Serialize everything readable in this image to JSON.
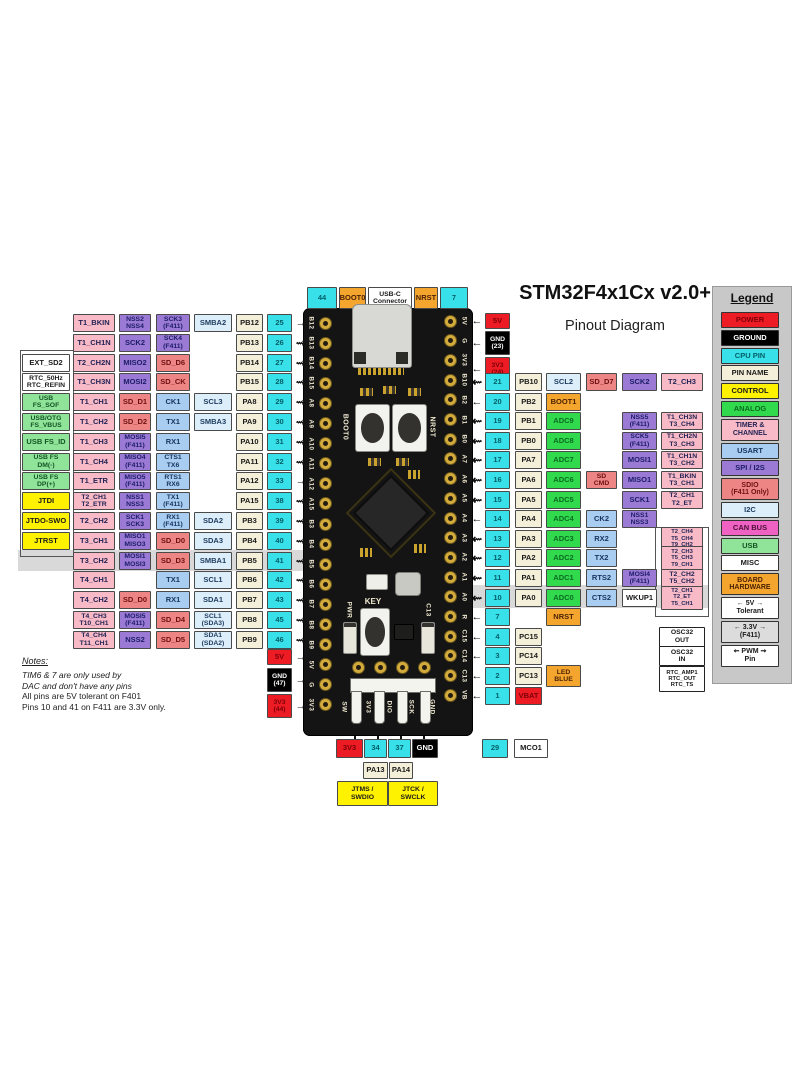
{
  "title": "STM32F4x1Cx  v2.0+",
  "subtitle": "Pinout Diagram",
  "notes": {
    "heading": "Notes:",
    "lines": [
      {
        "text": "TIM6 & 7 are only used by",
        "italic": true
      },
      {
        "text": "DAC and don't have any pins",
        "italic": true
      },
      {
        "text": "All pins are 5V tolerant on F401",
        "italic": false
      },
      {
        "text": "Pins 10 and 41 on F411 are 3.3V only.",
        "italic": false
      }
    ]
  },
  "colors": {
    "power": "#ec1b24",
    "ground": "#000000",
    "cpu_pin": "#38e1e9",
    "pin_name": "#f4efd8",
    "control": "#fff200",
    "analog": "#31d94d",
    "timer": "#f7bac6",
    "usart": "#a9ccf1",
    "spi": "#9a7ad5",
    "sdio": "#ee8585",
    "i2c": "#dceef9",
    "can": "#ef62c4",
    "usb": "#90e49a",
    "misc": "#ffffff",
    "board_hardware": "#f4a52e",
    "tolerant_band": "#d9d9d9"
  },
  "legend": {
    "heading": "Legend",
    "items": [
      {
        "label": "POWER",
        "type": "power"
      },
      {
        "label": "GROUND",
        "type": "ground"
      },
      {
        "label": "CPU PIN",
        "type": "cpu"
      },
      {
        "label": "PIN NAME",
        "type": "name"
      },
      {
        "label": "CONTROL",
        "type": "control"
      },
      {
        "label": "ANALOG",
        "type": "analog"
      },
      {
        "label": "TIMER &\nCHANNEL",
        "type": "timer"
      },
      {
        "label": "USART",
        "type": "usart"
      },
      {
        "label": "SPI / I2S",
        "type": "spi"
      },
      {
        "label": "SDIO\n(F411 Only)",
        "type": "sdio"
      },
      {
        "label": "I2C",
        "type": "i2c"
      },
      {
        "label": "CAN BUS",
        "type": "can"
      },
      {
        "label": "USB",
        "type": "usb"
      },
      {
        "label": "MISC",
        "type": "misc"
      },
      {
        "label": "BOARD\nHARDWARE",
        "type": "hardware"
      },
      {
        "label": "← 5V →\nTolerant",
        "type": "tol5v"
      },
      {
        "label": "← 3.3V →\n(F411)",
        "type": "tol33"
      },
      {
        "label": "⇜ PWM ⇝\nPin",
        "type": "pwm"
      }
    ]
  },
  "top_header": [
    {
      "label": "44",
      "type": "cpu"
    },
    {
      "label": "BOOT0",
      "type": "hardware"
    },
    {
      "label": "USB-C\nConnector",
      "type": "misc"
    },
    {
      "label": "NRST",
      "type": "hardware"
    },
    {
      "label": "7",
      "type": "cpu"
    }
  ],
  "board": {
    "left_pins": [
      "B12",
      "B13",
      "B14",
      "B15",
      "A8",
      "A9",
      "A10",
      "A11",
      "A12",
      "A15",
      "B3",
      "B4",
      "B5",
      "B6",
      "B7",
      "B8",
      "B9",
      "5V",
      "G",
      "3V3"
    ],
    "right_pins": [
      "5V",
      "G",
      "3V3",
      "B10",
      "B2",
      "B1",
      "B0",
      "A7",
      "A6",
      "A5",
      "A4",
      "A3",
      "A2",
      "A1",
      "A0",
      "R",
      "C15",
      "C14",
      "C13",
      "VB"
    ],
    "boot0": "BOOT0",
    "nrst": "NRST",
    "key": "KEY",
    "pwr": "PWR",
    "c13": "C13",
    "swd_labels": [
      "SW",
      "3V3",
      "DIO",
      "SCK",
      "GND"
    ]
  },
  "left_rows": [
    {
      "t": "T1_BKIN",
      "c2": {
        "label": "NSS2\nNSS4",
        "type": "spi"
      },
      "c3": {
        "label": "SCK3\n(F411)",
        "type": "spi"
      },
      "c4": "SMBA2",
      "name": "PB12",
      "num": "25",
      "arrow": "plain"
    },
    {
      "t": "T1_CH1N",
      "c2": {
        "label": "SCK2",
        "type": "spi"
      },
      "c3": {
        "label": "SCK4\n(F411)",
        "type": "spi"
      },
      "name": "PB13",
      "num": "26",
      "arrow": "pwm"
    },
    {
      "g": {
        "label": "EXT_SD2",
        "type": "misc"
      },
      "t": "T2_CH2N",
      "c2": {
        "label": "MISO2",
        "type": "spi"
      },
      "c3": {
        "label": "SD_D6",
        "type": "sdio"
      },
      "name": "PB14",
      "num": "27",
      "arrow": "pwm"
    },
    {
      "g": {
        "label": "RTC_50Hz\nRTC_REFIN",
        "type": "misc"
      },
      "t": "T1_CH3N",
      "c2": {
        "label": "MOSI2",
        "type": "spi"
      },
      "c3": {
        "label": "SD_CK",
        "type": "sdio"
      },
      "name": "PB15",
      "num": "28",
      "arrow": "pwm"
    },
    {
      "g": {
        "label": "USB\nFS_SOF",
        "type": "usb"
      },
      "t": "T1_CH1",
      "c2": {
        "label": "SD_D1",
        "type": "sdio"
      },
      "c3": {
        "label": "CK1",
        "type": "usart"
      },
      "c4": "SCL3",
      "name": "PA8",
      "num": "29",
      "arrow": "pwm"
    },
    {
      "g": {
        "label": "USB/OTG\nFS_VBUS",
        "type": "usb"
      },
      "t": "T1_CH2",
      "c2": {
        "label": "SD_D2",
        "type": "sdio"
      },
      "c3": {
        "label": "TX1",
        "type": "usart"
      },
      "c4": "SMBA3",
      "name": "PA9",
      "num": "30",
      "arrow": "pwm"
    },
    {
      "g": {
        "label": "USB FS_ID",
        "type": "usb"
      },
      "t": "T1_CH3",
      "c2": {
        "label": "MOSI5\n(F411)",
        "type": "spi"
      },
      "c3": {
        "label": "RX1",
        "type": "usart"
      },
      "name": "PA10",
      "num": "31",
      "arrow": "pwm"
    },
    {
      "g": {
        "label": "USB FS\nDM(-)",
        "type": "usb"
      },
      "t": "T1_CH4",
      "c2": {
        "label": "MISO4\n(F411)",
        "type": "spi"
      },
      "c3": {
        "label": "CTS1\nTX6",
        "type": "usart"
      },
      "name": "PA11",
      "num": "32",
      "arrow": "pwm"
    },
    {
      "g": {
        "label": "USB FS\nDP(+)",
        "type": "usb"
      },
      "t": "T1_ETR",
      "c2": {
        "label": "MISO5\n(F411)",
        "type": "spi"
      },
      "c3": {
        "label": "RTS1\nRX6",
        "type": "usart"
      },
      "name": "PA12",
      "num": "33",
      "arrow": "plain"
    },
    {
      "g": {
        "label": "JTDI",
        "type": "control"
      },
      "t": "T2_CH1\nT2_ETR",
      "c2": {
        "label": "NSS1\nNSS3",
        "type": "spi"
      },
      "c3": {
        "label": "TX1\n(F411)",
        "type": "usart"
      },
      "name": "PA15",
      "num": "38",
      "arrow": "pwm"
    },
    {
      "g": {
        "label": "JTDO-SWO",
        "type": "control"
      },
      "t": "T2_CH2",
      "c2": {
        "label": "SCK1\nSCK3",
        "type": "spi"
      },
      "c3": {
        "label": "RX1\n(F411)",
        "type": "usart"
      },
      "c4": "SDA2",
      "name": "PB3",
      "num": "39",
      "arrow": "pwm"
    },
    {
      "g": {
        "label": "JTRST",
        "type": "control"
      },
      "t": "T3_CH1",
      "c2": {
        "label": "MISO1\nMISO3",
        "type": "spi"
      },
      "c3": {
        "label": "SD_D0",
        "type": "sdio"
      },
      "c4": "SDA3",
      "name": "PB4",
      "num": "40",
      "arrow": "pwm"
    },
    {
      "band": true,
      "t": "T3_CH2",
      "c2": {
        "label": "MOSI1\nMOSI3",
        "type": "spi"
      },
      "c3": {
        "label": "SD_D3",
        "type": "sdio"
      },
      "c4": "SMBA1",
      "name": "PB5",
      "num": "41",
      "arrow": "pwm"
    },
    {
      "t": "T4_CH1",
      "c3": {
        "label": "TX1",
        "type": "usart"
      },
      "c4": "SCL1",
      "name": "PB6",
      "num": "42",
      "arrow": "pwm"
    },
    {
      "t": "T4_CH2",
      "c2": {
        "label": "SD_D0",
        "type": "sdio"
      },
      "c3": {
        "label": "RX1",
        "type": "usart"
      },
      "c4": "SDA1",
      "name": "PB7",
      "num": "43",
      "arrow": "pwm"
    },
    {
      "t": "T4_CH3\nT10_CH1",
      "c2": {
        "label": "MOSI5\n(F411)",
        "type": "spi"
      },
      "c3": {
        "label": "SD_D4",
        "type": "sdio"
      },
      "c4": "SCL1\n(SDA3)",
      "name": "PB8",
      "num": "45",
      "arrow": "pwm"
    },
    {
      "t": "T4_CH4\nT11_CH1",
      "c2": {
        "label": "NSS2",
        "type": "spi"
      },
      "c3": {
        "label": "SD_D5",
        "type": "sdio"
      },
      "c4": "SDA1\n(SDA2)",
      "name": "PB9",
      "num": "46",
      "arrow": "pwm"
    }
  ],
  "left_power": [
    {
      "label": "5V",
      "type": "power"
    },
    {
      "label": "GND\n(47)",
      "type": "ground"
    },
    {
      "label": "3V3\n(44)",
      "type": "power"
    }
  ],
  "right_power": [
    {
      "label": "5V",
      "type": "power"
    },
    {
      "label": "GND\n(23)",
      "type": "ground"
    },
    {
      "label": "3V3\n(24)",
      "type": "power"
    }
  ],
  "right_rows": [
    {
      "num": "21",
      "name": "PB10",
      "c3": {
        "label": "SCL2",
        "type": "i2c"
      },
      "c4": {
        "label": "SD_D7",
        "type": "sdio"
      },
      "c5": {
        "label": "SCK2",
        "type": "spi"
      },
      "t": "T2_CH3",
      "arrow": "pwm"
    },
    {
      "num": "20",
      "name": "PB2",
      "c3": {
        "label": "BOOT1",
        "type": "hardware"
      },
      "arrow": "plain"
    },
    {
      "num": "19",
      "name": "PB1",
      "c3": {
        "label": "ADC9",
        "type": "analog"
      },
      "c5": {
        "label": "NSS5\n(F411)",
        "type": "spi"
      },
      "t": "T1_CH3N\nT3_CH4",
      "arrow": "pwm"
    },
    {
      "num": "18",
      "name": "PB0",
      "c3": {
        "label": "ADC8",
        "type": "analog"
      },
      "c5": {
        "label": "SCK5\n(F411)",
        "type": "spi"
      },
      "t": "T1_CH2N\nT3_CH3",
      "arrow": "pwm"
    },
    {
      "num": "17",
      "name": "PA7",
      "c3": {
        "label": "ADC7",
        "type": "analog"
      },
      "c5": {
        "label": "MOSI1",
        "type": "spi"
      },
      "t": "T1_CH1N\nT3_CH2",
      "arrow": "pwm"
    },
    {
      "num": "16",
      "name": "PA6",
      "c3": {
        "label": "ADC6",
        "type": "analog"
      },
      "c4": {
        "label": "SD\nCMD",
        "type": "sdio"
      },
      "c5": {
        "label": "MISO1",
        "type": "spi"
      },
      "t": "T1_BKIN\nT3_CH1",
      "arrow": "pwm"
    },
    {
      "num": "15",
      "name": "PA5",
      "c3": {
        "label": "ADC5",
        "type": "analog"
      },
      "c5": {
        "label": "SCK1",
        "type": "spi"
      },
      "t": "T2_CH1\nT2_ET",
      "arrow": "pwm"
    },
    {
      "num": "14",
      "name": "PA4",
      "c3": {
        "label": "ADC4",
        "type": "analog"
      },
      "c4": {
        "label": "CK2",
        "type": "usart"
      },
      "c5": {
        "label": "NSS1\nNSS3",
        "type": "spi"
      },
      "arrow": "plain"
    },
    {
      "num": "13",
      "name": "PA3",
      "c3": {
        "label": "ADC3",
        "type": "analog"
      },
      "c4": {
        "label": "RX2",
        "type": "usart"
      },
      "t": "T2_CH4\nT5_CH4\nT9_CH2",
      "arrow": "pwm"
    },
    {
      "num": "12",
      "name": "PA2",
      "c3": {
        "label": "ADC2",
        "type": "analog"
      },
      "c4": {
        "label": "TX2",
        "type": "usart"
      },
      "t": "T2_CH3\nT5_CH3\nT9_CH1",
      "arrow": "pwm"
    },
    {
      "num": "11",
      "name": "PA1",
      "c3": {
        "label": "ADC1",
        "type": "analog"
      },
      "c4": {
        "label": "RTS2",
        "type": "usart"
      },
      "c5": {
        "label": "MOSI4\n(F411)",
        "type": "spi"
      },
      "t": "T2_CH2\nT5_CH2",
      "arrow": "pwm"
    },
    {
      "num": "10",
      "name": "PA0",
      "c3": {
        "label": "ADC0",
        "type": "analog"
      },
      "c4": {
        "label": "CTS2",
        "type": "usart"
      },
      "c5": {
        "label": "WKUP1",
        "type": "misc"
      },
      "t": "T2_CH1\nT2_ET\nT5_CH1",
      "arrow": "pwm",
      "band": true
    },
    {
      "num": "7",
      "c3": {
        "label": "NRST",
        "type": "hardware"
      },
      "arrow": "plain"
    },
    {
      "num": "4",
      "name": "PC15",
      "arrow": "plain",
      "ex": "OSC32\nOUT"
    },
    {
      "num": "3",
      "name": "PC14",
      "arrow": "plain",
      "ex": "OSC32\nIN"
    },
    {
      "num": "2",
      "name": "PC13",
      "c3": {
        "label": "LED\nBLUE",
        "type": "hardware"
      },
      "arrow": "plain",
      "ex": "RTC_AMP1\nRTC_OUT\nRTC_TS"
    },
    {
      "num": "1",
      "name": "VBAT",
      "name_type": "power",
      "arrow": "plain"
    }
  ],
  "bottom": {
    "pads": [
      {
        "label": "3V3",
        "type": "power"
      },
      {
        "label": "34",
        "type": "cpu"
      },
      {
        "label": "37",
        "type": "cpu"
      },
      {
        "label": "GND",
        "type": "ground"
      }
    ],
    "pin_names": [
      "PA13",
      "PA14"
    ],
    "jtag": [
      "JTMS /\nSWDIO",
      "JTCK /\nSWCLK"
    ],
    "mco_num": "29",
    "mco_label": "MCO1"
  }
}
